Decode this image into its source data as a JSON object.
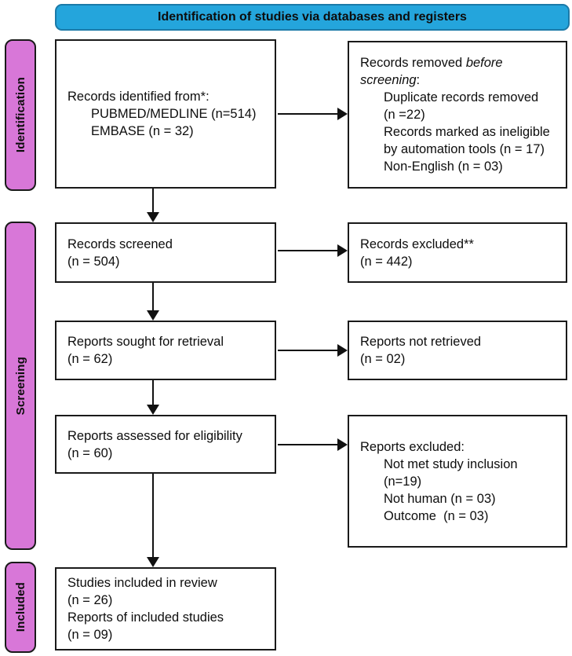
{
  "banner": {
    "label": "Identification of studies via databases and registers",
    "bg_color": "#24A5DC",
    "border_color": "#1B7AA8"
  },
  "sidebar": {
    "bg_color": "#D877D8",
    "stages": [
      {
        "label": "Identification"
      },
      {
        "label": "Screening"
      },
      {
        "label": "Included"
      }
    ]
  },
  "flow": {
    "records_identified": {
      "title": "Records identified from*:",
      "items": [
        "PUBMED/MEDLINE (n=514)",
        "EMBASE (n = 32)"
      ]
    },
    "records_removed": {
      "prefix": "Records removed ",
      "italic_word1": "before",
      "italic_word2": "screening",
      "suffix": ":",
      "items": [
        "Duplicate records removed",
        "(n =22)",
        "Records marked as ineligible",
        "by automation tools (n = 17)",
        "Non-English (n = 03)"
      ]
    },
    "records_screened": {
      "lines": [
        "Records screened",
        "(n = 504)"
      ]
    },
    "records_excluded": {
      "lines": [
        "Records excluded**",
        "(n = 442)"
      ]
    },
    "reports_sought": {
      "lines": [
        "Reports sought for retrieval",
        "(n = 62)"
      ]
    },
    "reports_not_retrieved": {
      "lines": [
        "Reports not retrieved",
        "(n = 02)"
      ]
    },
    "reports_assessed": {
      "lines": [
        "Reports assessed for eligibility",
        "(n = 60)"
      ]
    },
    "reports_excluded": {
      "title": "Reports excluded:",
      "items": [
        "Not met study inclusion",
        "(n=19)",
        "Not human (n = 03)",
        "Outcome  (n = 03)"
      ]
    },
    "studies_included": {
      "lines": [
        "Studies included in review",
        "(n = 26)",
        "Reports of included studies",
        "(n = 09)"
      ]
    }
  }
}
